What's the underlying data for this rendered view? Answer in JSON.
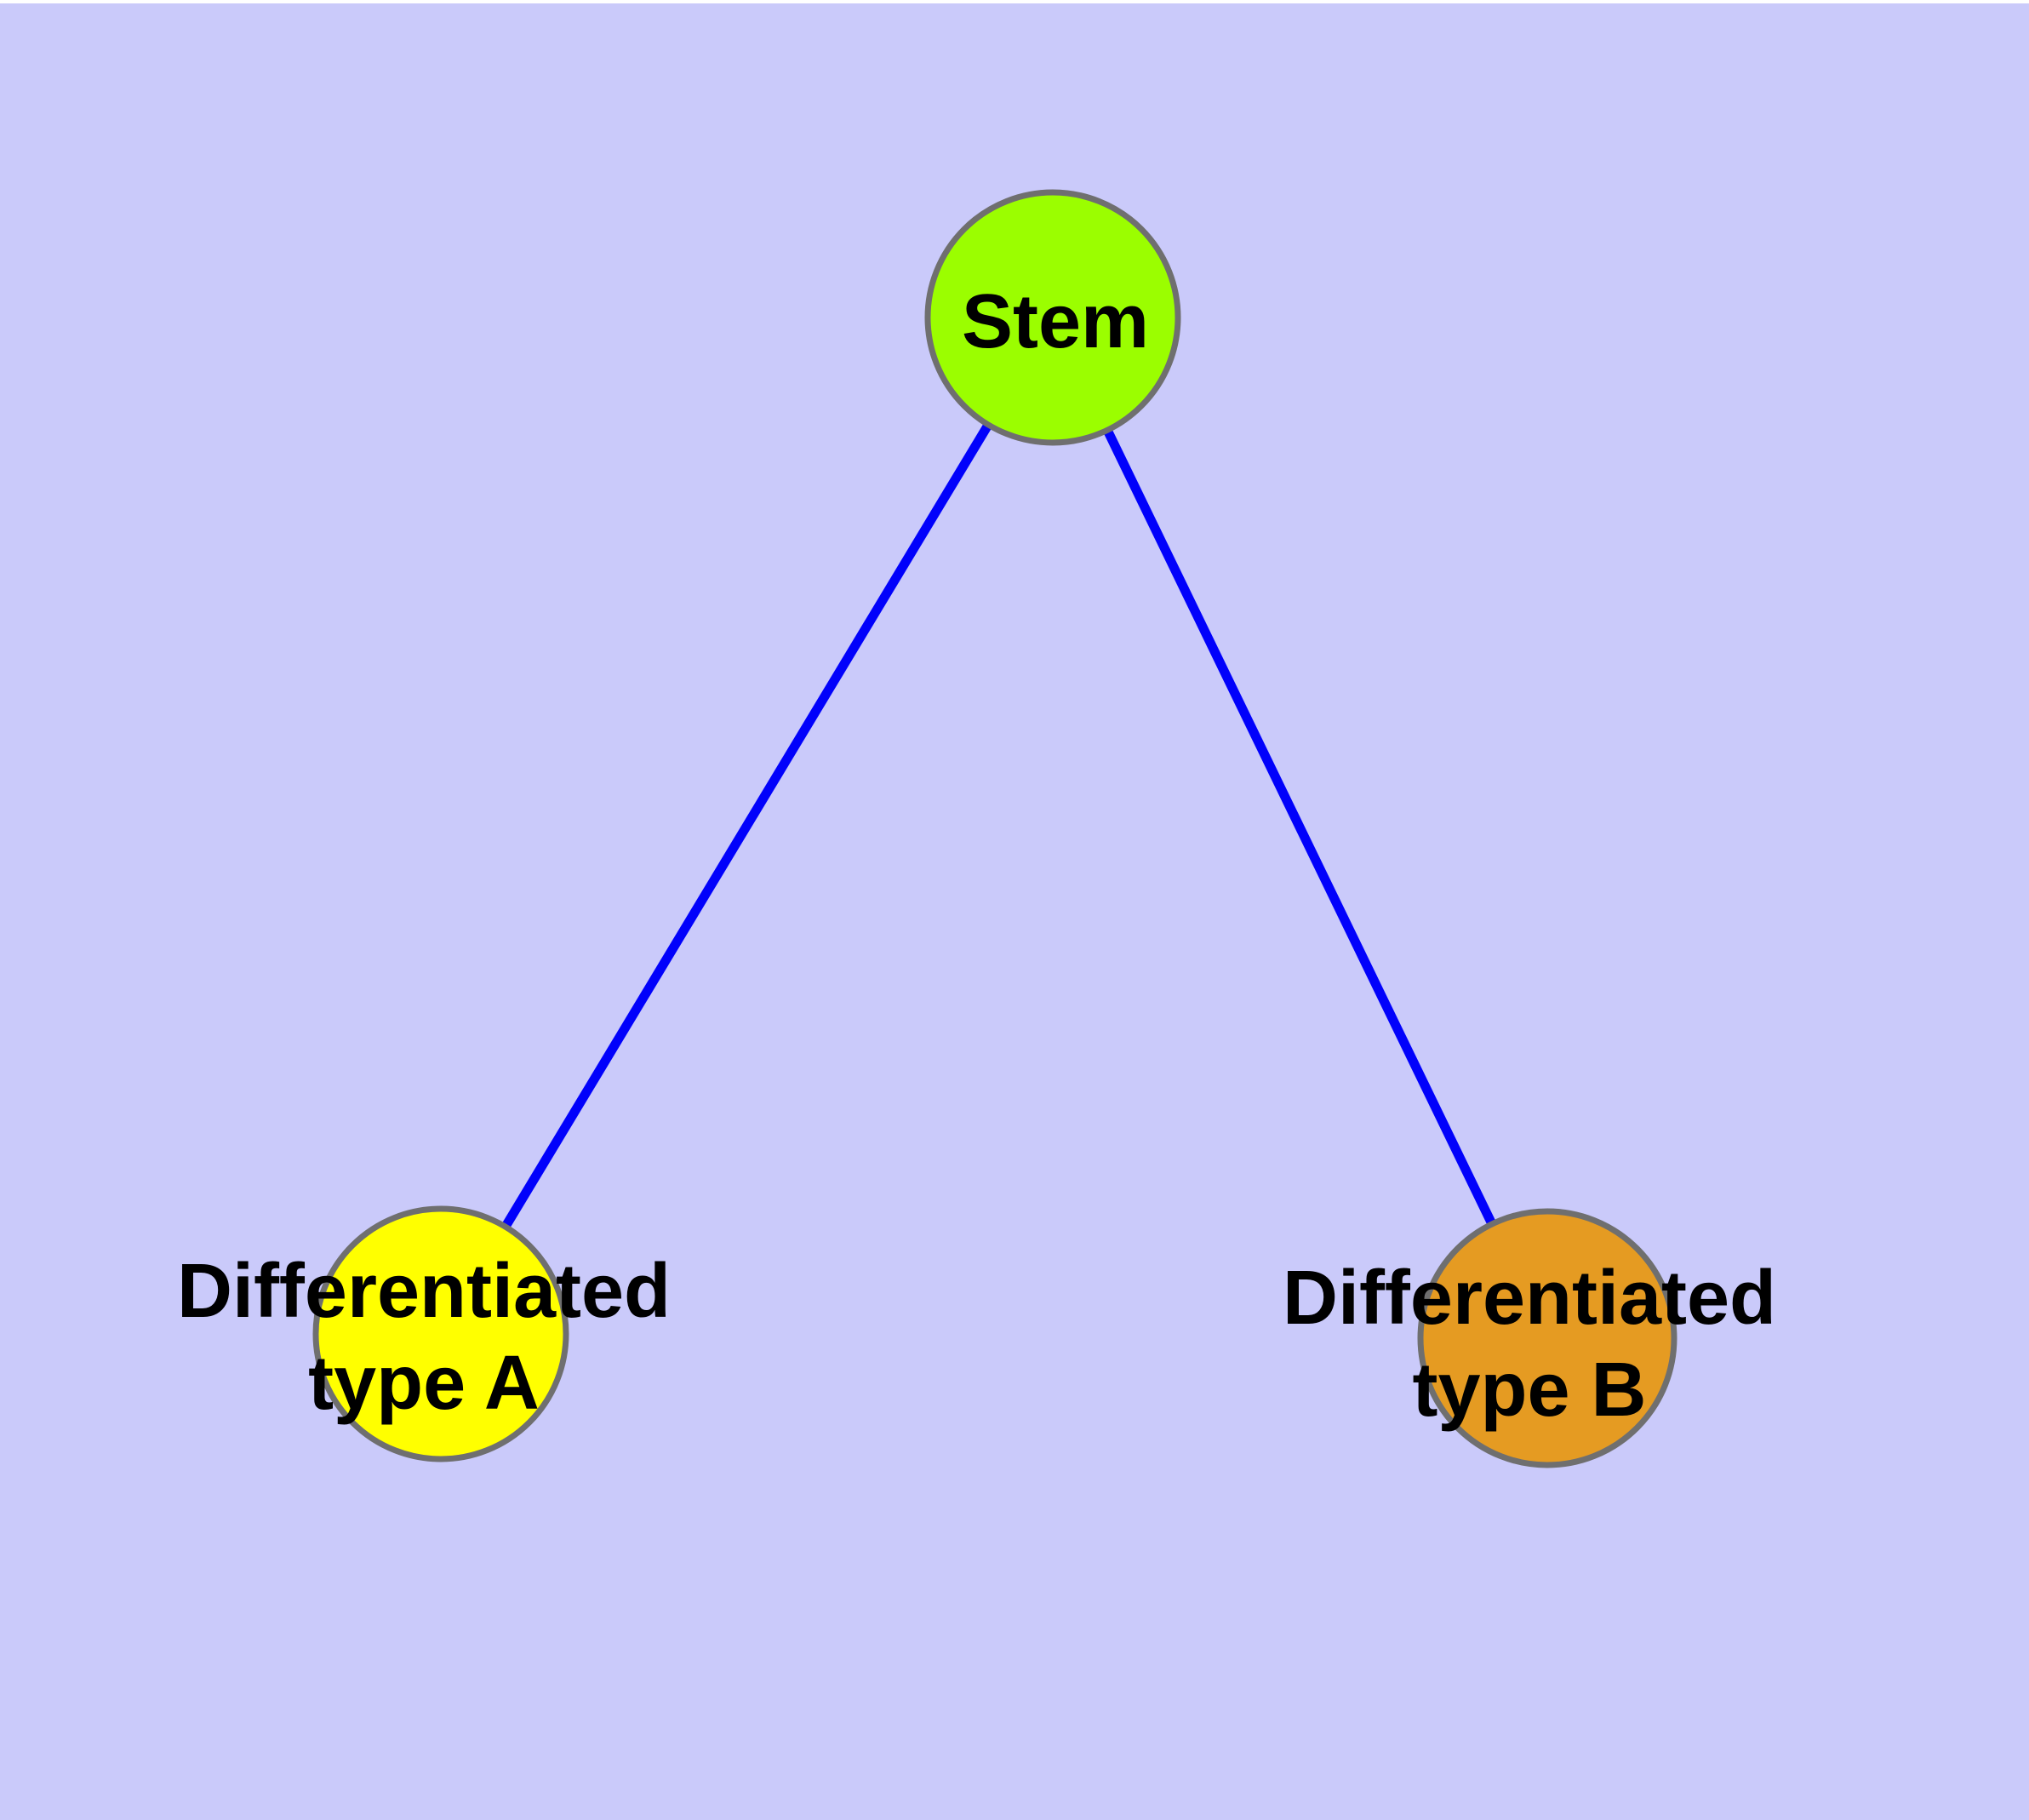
{
  "diagram": {
    "background_color": "#CACAFA",
    "top_margin_color": "#FFFFFF",
    "edge_color": "#0101FB",
    "node_border_color": "#6F6F6F",
    "label_color": "#000000",
    "nodes": [
      {
        "id": "stem",
        "label": "Stem",
        "fill": "#9BFE00"
      },
      {
        "id": "differentiated-type-a",
        "label_lines": [
          "Differentiated",
          "type A"
        ],
        "fill": "#FFFF00"
      },
      {
        "id": "differentiated-type-b",
        "label_lines": [
          "Differentiated",
          "type B"
        ],
        "fill": "#E59B22"
      }
    ],
    "edges": [
      {
        "from": "Stem",
        "to": "Differentiated type A"
      },
      {
        "from": "Stem",
        "to": "Differentiated type B"
      }
    ]
  }
}
